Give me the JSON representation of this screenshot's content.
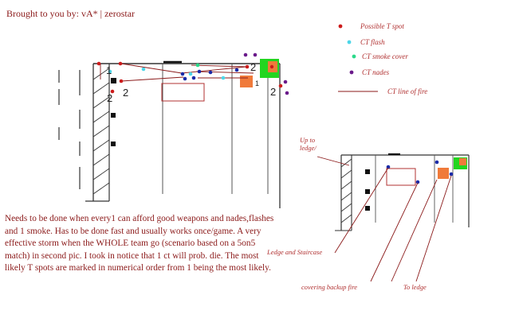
{
  "credit": "Brought to you by:   vA* | zerostar",
  "description": "Needs to be done when every1 can afford good weapons and nades,flashes and 1 smoke. Has to be done fast and usually works once/game. A very effective storm when the WHOLE team go (scenario based on a 5on5 match) in second pic. I took in notice that 1 ct will prob. die. The most likely T spots are marked in numerical order from 1 being the most likely.",
  "legend": [
    {
      "label": "Possible T spot",
      "color": "#cc1b1b",
      "kind": "dot"
    },
    {
      "label": "CT flash",
      "color": "#4dd6e8",
      "kind": "dot"
    },
    {
      "label": "CT smoke cover",
      "color": "#2bd98a",
      "kind": "dot"
    },
    {
      "label": "CT nades",
      "color": "#6a1a8a",
      "kind": "dot"
    },
    {
      "label": "CT line of fire",
      "color": "#8b1a1a",
      "kind": "line"
    }
  ],
  "spot_numbers": [
    "1",
    "2",
    "2",
    "2",
    "1",
    "2"
  ],
  "annotations": {
    "up_to_ledge": "Up to\nledge/",
    "ledge_and_stairs": "Ledge and Staircase",
    "covering_backup_fire": "covering backup fire",
    "to_ledge": "To ledge"
  },
  "colors": {
    "t_spot": "#cc1b1b",
    "ct_flash": "#4dd6e8",
    "ct_smoke": "#2bd98a",
    "ct_nade": "#6a1a8a",
    "ct_blue": "#1a2aa8",
    "crate_orange": "#f07a3a",
    "crate_green": "#22d620",
    "wall": "#333333",
    "line_of_fire": "#8b1a1a"
  }
}
